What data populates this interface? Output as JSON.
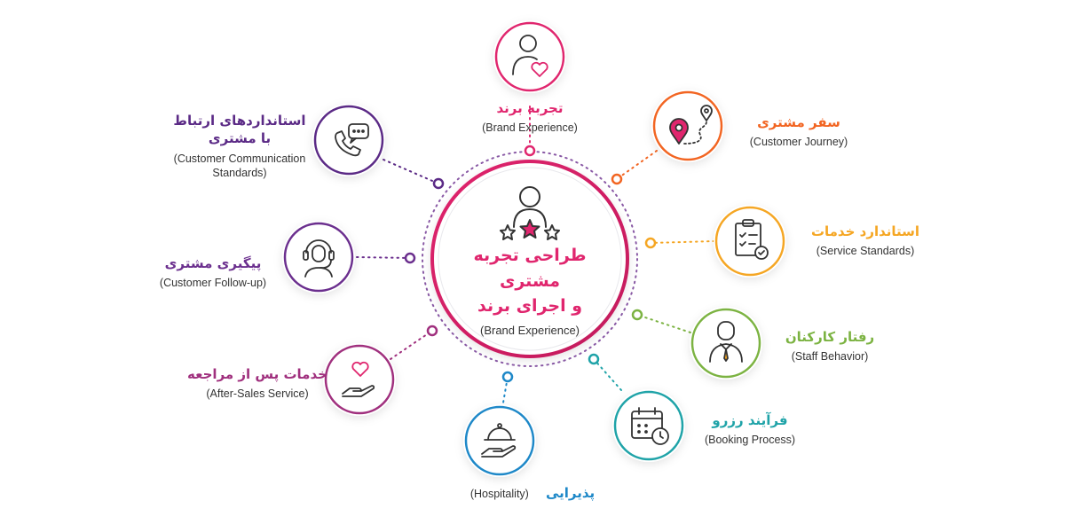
{
  "center": {
    "title_line1": "طراحی تجربه مشتری",
    "title_line2": "و اجرای برند",
    "subtitle": "(Brand Experience)",
    "icon": "user-rating-stars-icon"
  },
  "nodes": [
    {
      "id": "brand",
      "fa": "تجربه برند",
      "en": "(Brand Experience)",
      "color": "#e0266e",
      "icon": "user-heart-icon"
    },
    {
      "id": "journey",
      "fa": "سفر مشتری",
      "en": "(Customer Journey)",
      "color": "#f26522",
      "icon": "map-route-pin-icon"
    },
    {
      "id": "service",
      "fa": "استاندارد خدمات",
      "en": "(Service Standards)",
      "color": "#f5a623",
      "icon": "clipboard-check-icon"
    },
    {
      "id": "staff",
      "fa": "رفتار کارکنان",
      "en": "(Staff Behavior)",
      "color": "#7cb342",
      "icon": "staff-tie-icon"
    },
    {
      "id": "booking",
      "fa": "فرآیند رزرو",
      "en": "(Booking Process)",
      "color": "#1fa3a8",
      "icon": "calendar-clock-icon"
    },
    {
      "id": "hospitality",
      "fa": "پذیرایی",
      "en": "(Hospitality)",
      "color": "#1e88c8",
      "icon": "serving-cloche-icon"
    },
    {
      "id": "aftersales",
      "fa": "خدمات پس از مراجعه",
      "en": "(After-Sales Service)",
      "color": "#a0307e",
      "icon": "hand-heart-icon"
    },
    {
      "id": "followup",
      "fa": "پیگیری مشتری",
      "en": "(Customer Follow-up)",
      "color": "#6b2f8e",
      "icon": "headset-support-icon"
    },
    {
      "id": "communication",
      "fa_line1": "استانداردهای ارتباط",
      "fa_line2": "با مشتری",
      "en_line1": "(Customer Communication",
      "en_line2": "Standards)",
      "color": "#5b2a86",
      "icon": "phone-chat-icon"
    }
  ]
}
